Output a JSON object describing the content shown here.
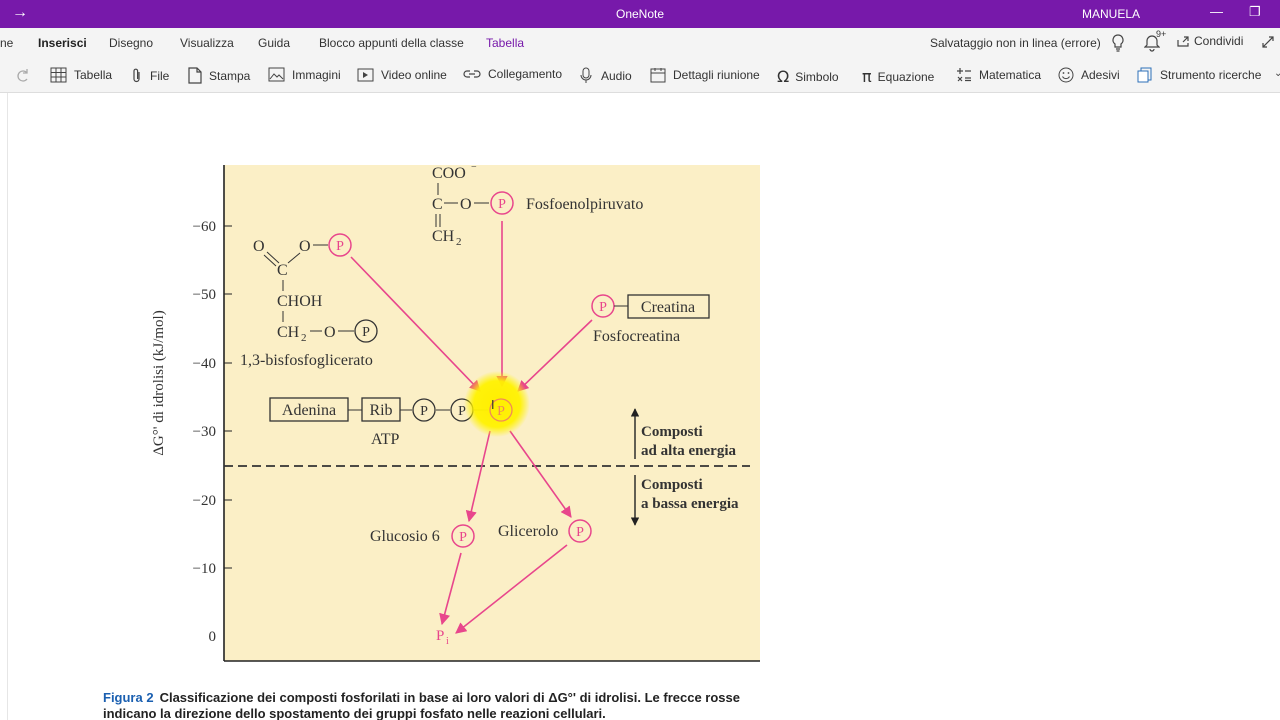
{
  "window": {
    "app_title": "OneNote",
    "user": "MANUELA",
    "back_icon": "arrow-right-icon"
  },
  "tabs": {
    "partial": "ne",
    "items": [
      {
        "label": "Inserisci",
        "active": true
      },
      {
        "label": "Disegno"
      },
      {
        "label": "Visualizza"
      },
      {
        "label": "Guida"
      },
      {
        "label": "Blocco appunti della classe"
      },
      {
        "label": "Tabella",
        "contextual": true
      }
    ],
    "status": "Salvataggio non in linea (errore)",
    "notifications_badge": "9+",
    "share_label": "Condividi"
  },
  "ribbon": {
    "items": [
      {
        "label": "Tabella",
        "icon": "table-icon"
      },
      {
        "label": "File",
        "icon": "paperclip-icon"
      },
      {
        "label": "Stampa",
        "icon": "document-icon"
      },
      {
        "label": "Immagini",
        "icon": "image-icon"
      },
      {
        "label": "Video online",
        "icon": "video-icon"
      },
      {
        "label": "Collegamento",
        "icon": "link-icon"
      },
      {
        "label": "Audio",
        "icon": "microphone-icon"
      },
      {
        "label": "Dettagli riunione",
        "icon": "calendar-icon"
      },
      {
        "label": "Simbolo",
        "icon": "omega-icon"
      },
      {
        "label": "Equazione",
        "icon": "pi-icon"
      },
      {
        "label": "Matematica",
        "icon": "math-icon"
      },
      {
        "label": "Adesivi",
        "icon": "smiley-icon"
      },
      {
        "label": "Strumento ricerche",
        "icon": "research-icon"
      }
    ]
  },
  "figure": {
    "y_axis_label": "ΔG°' di idrolisi (kJ/mol)",
    "y_ticks": [
      "−60",
      "−50",
      "−40",
      "−30",
      "−20",
      "−10",
      "0"
    ],
    "phosphate_symbol": "P",
    "pep_coo": "COO",
    "pep_c": "C",
    "pep_o": "O",
    "pep_ch2": "CH",
    "pep_sub": "2",
    "pep_name": "Fosfoenolpiruvato",
    "bpg_o": "O",
    "bpg_c": "C",
    "bpg_choh": "CHOH",
    "bpg_ch2": "CH",
    "bpg_sub": "2",
    "bpg_name": "1,3-bisfosfoglicerato",
    "creatina": "Creatina",
    "fosfocreatina": "Fosfocreatina",
    "adenina": "Adenina",
    "rib": "Rib",
    "atp": "ATP",
    "high_energy_1": "Composti",
    "high_energy_2": "ad alta energia",
    "low_energy_1": "Composti",
    "low_energy_2": "a bassa energia",
    "glucosio": "Glucosio 6",
    "glicerolo": "Glicerolo",
    "pi_main": "P",
    "pi_sub": "i"
  },
  "caption": {
    "label": "Figura 2",
    "text": "Classificazione dei composti fosforilati in base ai loro valori di ΔG°' di idrolisi. Le frecce rosse indicano la direzione dello spostamento dei gruppi fosfato nelle reazioni cellulari."
  },
  "colors": {
    "brand": "#7719aa",
    "figure_bg": "#fbefc6",
    "arrow": "#e8468c",
    "highlight": "#ffee00"
  }
}
